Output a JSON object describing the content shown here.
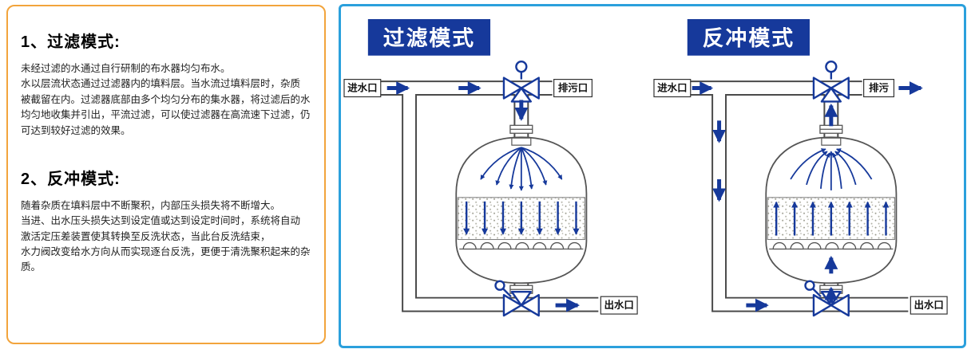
{
  "left_panel": {
    "sections": [
      {
        "heading": "1、过滤模式:",
        "body": "未经过滤的水通过自行研制的布水器均匀布水。\n水以层流状态通过过滤器内的填料层。当水流过填料层时，杂质\n被截留在内。过滤器底部由多个均匀分布的集水器，将过滤后的水\n均匀地收集并引出，平流过滤，可以使过滤器在高流速下过滤，仍\n可达到较好过滤的效果。"
      },
      {
        "heading": "2、反冲模式:",
        "body": "随着杂质在填料层中不断聚积，内部压头损失将不断增大。\n当进、出水压头损失达到设定值或达到设定时间时，系统将自动\n激活定压差装置使其转换至反洗状态，当此台反洗结束，\n水力阀改变给水方向从而实现逐台反洗，更便于清洗聚积起来的杂质。"
      }
    ]
  },
  "diagrams": {
    "filter": {
      "title": "过滤模式",
      "inlet": "进水口",
      "drain": "排污口",
      "outlet": "出水口"
    },
    "backwash": {
      "title": "反冲模式",
      "inlet": "进水口",
      "drain": "排污",
      "outlet": "出水口"
    }
  },
  "colors": {
    "panel_border_orange": "#f2a43c",
    "panel_border_blue": "#2ba0dc",
    "title_navy": "#16399b",
    "arrow_navy": "#16399b",
    "pipe_outline": "#4a4a4a"
  }
}
